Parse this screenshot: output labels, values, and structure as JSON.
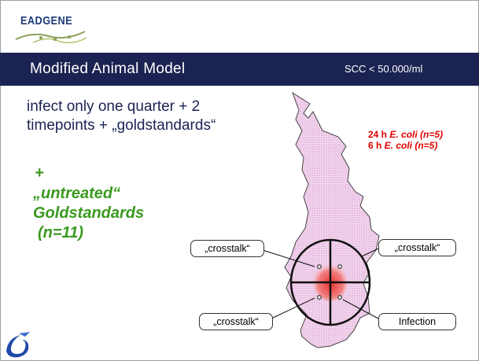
{
  "logo": {
    "text": "EADGENE"
  },
  "title": {
    "text": "Modified Animal Model",
    "scc": "SCC < 50.000/ml"
  },
  "body": {
    "line1": "infect only one quarter + 2",
    "line2": "timepoints + „goldstandards“",
    "plus": "+",
    "untreated": "„untreated“",
    "goldstandards": "Goldstandards",
    "n11": "(n=11)"
  },
  "groups": [
    {
      "time": "24 h ",
      "organism": "E. coli",
      "n": " (n=5)"
    },
    {
      "time": "6 h ",
      "organism": "E. coli",
      "n": " (n=5)"
    }
  ],
  "callouts": {
    "top_left": "„crosstalk“",
    "top_right": "„crosstalk“",
    "bottom_left": "„crosstalk“",
    "bottom_right": "Infection"
  },
  "colors": {
    "title_bar": "#1b2352",
    "text_navy": "#1b2352",
    "green": "#3a9a1e",
    "red": "#e00000",
    "cow_fill": "#f2d6ee",
    "infection": "#e83030"
  }
}
